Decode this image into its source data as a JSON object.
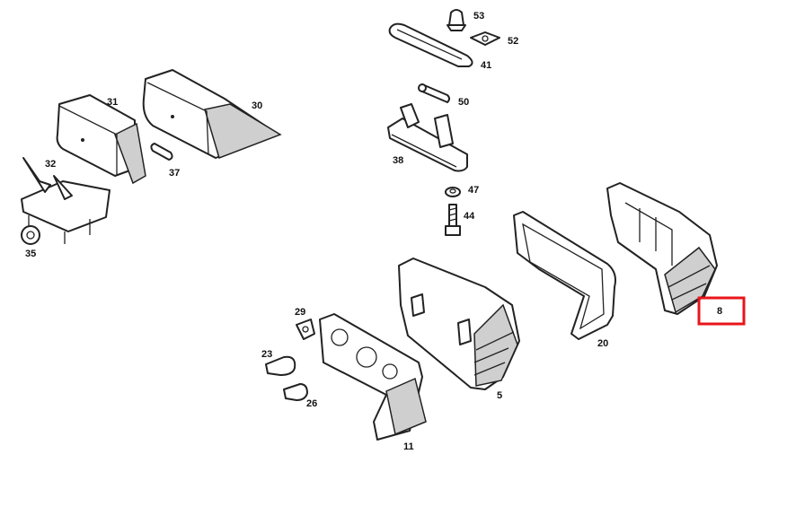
{
  "parts": [
    {
      "id": "53",
      "label": "53"
    },
    {
      "id": "52",
      "label": "52"
    },
    {
      "id": "41",
      "label": "41"
    },
    {
      "id": "50",
      "label": "50"
    },
    {
      "id": "38",
      "label": "38"
    },
    {
      "id": "31",
      "label": "31"
    },
    {
      "id": "30",
      "label": "30"
    },
    {
      "id": "37",
      "label": "37"
    },
    {
      "id": "32",
      "label": "32"
    },
    {
      "id": "35",
      "label": "35"
    },
    {
      "id": "47",
      "label": "47"
    },
    {
      "id": "44",
      "label": "44"
    },
    {
      "id": "29",
      "label": "29"
    },
    {
      "id": "23",
      "label": "23"
    },
    {
      "id": "26",
      "label": "26"
    },
    {
      "id": "11",
      "label": "11"
    },
    {
      "id": "5",
      "label": "5"
    },
    {
      "id": "20",
      "label": "20"
    },
    {
      "id": "8",
      "label": "8"
    }
  ],
  "highlight": {
    "label": "8",
    "color": "#e8151b"
  }
}
